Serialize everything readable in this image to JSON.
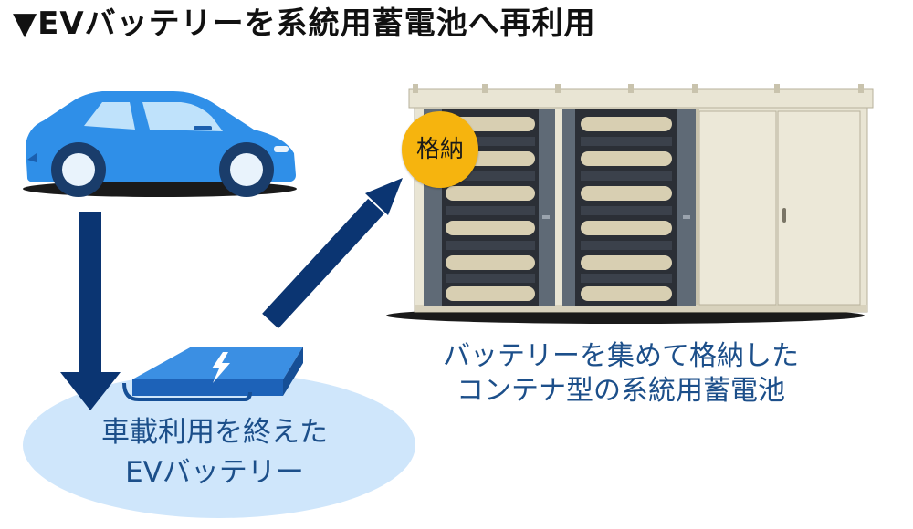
{
  "title": "▼EVバッテリーを系統用蓄電池へ再利用",
  "badge": "格納",
  "container_caption": {
    "line1": "バッテリーを集めて格納した",
    "line2": "コンテナ型の系統用蓄電池"
  },
  "battery_caption": {
    "line1": "車載利用を終えた",
    "line2": "EVバッテリー"
  },
  "colors": {
    "car_blue": "#2f8fe8",
    "arrow_navy": "#0b3572",
    "badge_yellow": "#f6b40e",
    "ellipse_blue": "#cfe6fb",
    "caption_blue": "#1c4f8a",
    "container_beige": "#e9e5d4"
  },
  "icons": [
    "ev-car-icon",
    "ev-battery-pack-icon",
    "lightning-bolt-icon",
    "battery-container-icon"
  ]
}
